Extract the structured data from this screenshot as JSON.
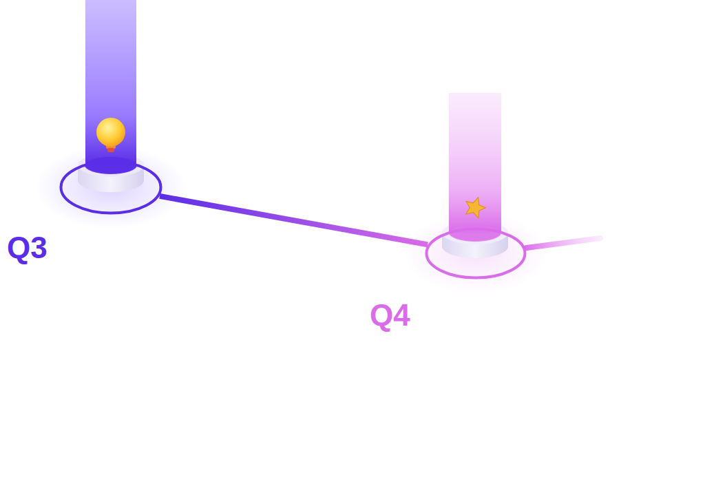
{
  "diagram": {
    "nodes": [
      {
        "text": [
          "Q3"
        ]
      },
      {
        "text": [
          "Q4"
        ]
      }
    ],
    "edges": [
      {
        "from": 0,
        "to": 1,
        "arrow": "none"
      }
    ]
  }
}
